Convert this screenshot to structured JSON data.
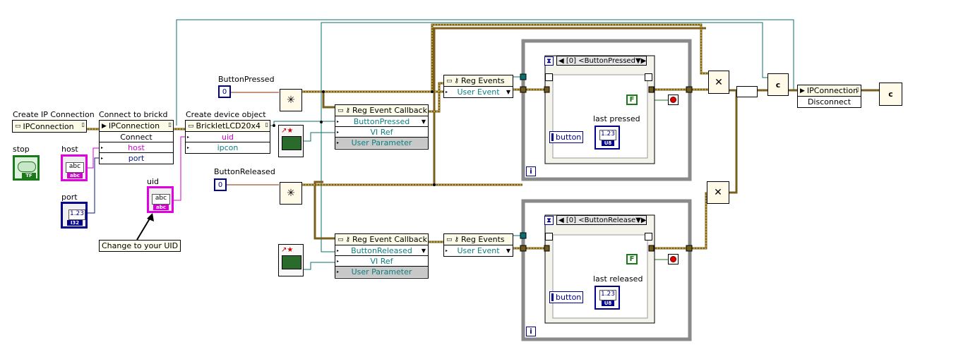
{
  "labels": {
    "create_ip": "Create IP Connection",
    "connect_brickd": "Connect to brickd",
    "create_device": "Create device object",
    "stop": "stop",
    "host": "host",
    "port": "port",
    "uid": "uid",
    "button_pressed": "ButtonPressed",
    "button_released": "ButtonReleased",
    "last_pressed": "last pressed",
    "last_released": "last released"
  },
  "comment": "Change to your UID",
  "nodes": {
    "ipcon_create": {
      "title": "IPConnection"
    },
    "ipcon_connect": {
      "title": "IPConnection",
      "rows": [
        "Connect",
        "host",
        "port"
      ]
    },
    "lcd": {
      "title": "BrickletLCD20x4",
      "rows": [
        "uid",
        "ipcon"
      ]
    },
    "reg_cb_1": {
      "title": "Reg Event Callback",
      "rows": [
        "ButtonPressed",
        "VI Ref",
        "User Parameter"
      ]
    },
    "reg_cb_2": {
      "title": "Reg Event Callback",
      "rows": [
        "ButtonReleased",
        "VI Ref",
        "User Parameter"
      ]
    },
    "reg_ev_1": {
      "title": "Reg Events",
      "rows": [
        "User Event"
      ]
    },
    "reg_ev_2": {
      "title": "Reg Events",
      "rows": [
        "User Event"
      ]
    },
    "ipcon_disconnect": {
      "title": "IPConnection",
      "rows": [
        "Disconnect"
      ]
    }
  },
  "event_structures": {
    "pressed": {
      "case": "[0] <ButtonPressed",
      "button_label": "button",
      "indicator_value": "1.23",
      "indicator_type": "U8",
      "const_false": "F",
      "iteration": "i"
    },
    "released": {
      "case": "[0] <ButtonRelease",
      "button_label": "button",
      "indicator_value": "1.23",
      "indicator_type": "U8",
      "const_false": "F",
      "iteration": "i"
    }
  },
  "controls": {
    "button_pressed_value": "0",
    "button_released_value": "0",
    "host_text": "abc",
    "port_value": "1.23",
    "uid_text": "abc",
    "stop_tag": "TF",
    "host_tag": "abc",
    "uid_tag": "abc",
    "port_tag": "I32"
  },
  "colors": {
    "cluster_wire": "#9c7a2a",
    "ref_wire": "#0c6f6f",
    "string_wire": "#d400d4",
    "int_wire": "#0a1a8a",
    "enum_wire": "#8a2a00",
    "bool_wire": "#1a7a1a",
    "frame": "#808080"
  }
}
